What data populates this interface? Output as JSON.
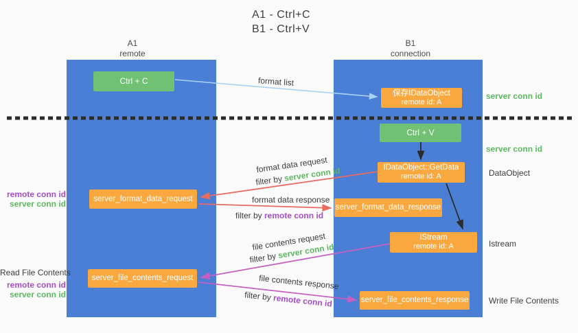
{
  "title": {
    "line1": "A1 - Ctrl+C",
    "line2": "B1 - Ctrl+V"
  },
  "columns": {
    "a1": {
      "name": "A1",
      "role": "remote"
    },
    "b1": {
      "name": "B1",
      "role": "connection"
    }
  },
  "nodes": {
    "ctrl_c": {
      "label": "Ctrl + C"
    },
    "save_idataobject": {
      "line1": "保存IDataObject",
      "line2": "remote id: A"
    },
    "ctrl_v": {
      "label": "Ctrl + V"
    },
    "getdata": {
      "line1": "IDataObject::GetData",
      "line2": "remote id: A"
    },
    "format_request": {
      "label": "server_format_data_request"
    },
    "format_response": {
      "label": "server_format_data_response"
    },
    "istream": {
      "line1": "IStream",
      "line2": "remote id: A"
    },
    "file_request": {
      "label": "server_file_contents_request"
    },
    "file_response": {
      "label": "server_file_contents_response"
    }
  },
  "edge_labels": {
    "format_list": "format list",
    "format_data_request": "format data request",
    "format_data_request_filter_prefix": "filter by ",
    "format_data_request_filter_key": "server conn id",
    "format_data_response": "format data response",
    "format_data_response_filter_prefix": "filter by ",
    "format_data_response_filter_key": "remote conn id",
    "file_contents_request": "file contents request",
    "file_contents_request_filter_prefix": "filter by ",
    "file_contents_request_filter_key": "server conn id",
    "file_contents_response": "file contents response",
    "file_contents_response_filter_prefix": "filter by ",
    "file_contents_response_filter_key": "remote conn id"
  },
  "annotations": {
    "right_server_conn_id_1": "server conn id",
    "right_server_conn_id_2": "server conn id",
    "right_dataobject": "DataObject",
    "right_istream": "Istream",
    "right_write_file_contents": "Write File Contents",
    "left_remote_conn_id_1": "remote conn id",
    "left_server_conn_id_1": "server conn id",
    "left_read_file_contents": "Read File Contents",
    "left_remote_conn_id_2": "remote conn id",
    "left_server_conn_id_2": "server conn id"
  },
  "colors": {
    "bg": "#fafafa",
    "column_blue": "#4a7fd5",
    "box_green": "#71c073",
    "box_orange": "#f8a83e",
    "arrow_lightblue": "#a9d3f2",
    "arrow_black": "#2b2b2b",
    "arrow_red": "#e96a5f",
    "arrow_magenta": "#c55fc0",
    "text_green": "#5cb85f",
    "text_purple": "#a64ec6",
    "text_dark": "#3d3d3d"
  }
}
